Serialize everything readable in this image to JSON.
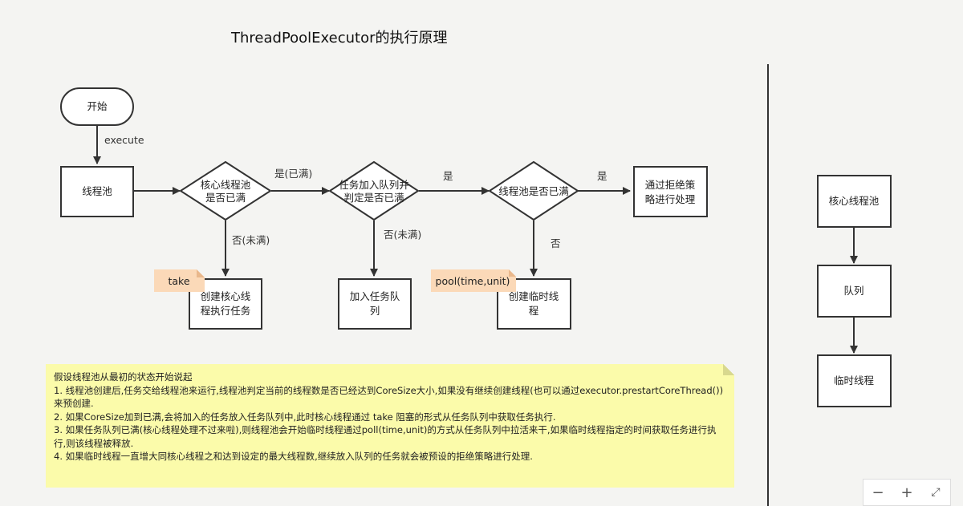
{
  "title": "ThreadPoolExecutor的执行原理",
  "nodes": {
    "start": "开始",
    "pool": "线程池",
    "core_full": [
      "核心线程池",
      "是否已满"
    ],
    "queue_full": [
      "任务加入队列并",
      "判定是否已满"
    ],
    "pool_full": "线程池是否已满",
    "reject": [
      "通过拒绝策",
      "略进行处理"
    ],
    "create_core": [
      "创建核心线",
      "程执行任务"
    ],
    "add_queue": [
      "加入任务队",
      "列"
    ],
    "create_temp": [
      "创建临时线",
      "程"
    ]
  },
  "edges": {
    "execute": "execute",
    "yes_full": "是(已满)",
    "yes": "是",
    "yes2": "是",
    "no_not_full": "否(未满)",
    "no_not_full2": "否(未满)",
    "no": "否"
  },
  "tags": {
    "take": "take",
    "poll": "pool(time,unit)"
  },
  "side_nodes": {
    "core": "核心线程池",
    "queue": "队列",
    "temp": "临时线程"
  },
  "note": {
    "lines": [
      "假设线程池从最初的状态开始说起",
      "1. 线程池创建后,任务交给线程池来运行,线程池判定当前的线程数是否已经达到CoreSize大小,如果没有继续创建线程(也可以通过executor.prestartCoreThread())来预创建.",
      "2. 如果CoreSize加到已满,会将加入的任务放入任务队列中,此时核心线程通过 take 阻塞的形式从任务队列中获取任务执行.",
      "3. 如果任务队列已满(核心线程处理不过来啦),则线程池会开始临时线程通过poll(time,unit)的方式从任务队列中拉活来干,如果临时线程指定的时间获取任务进行执行,则该线程被释放.",
      "4. 如果临时线程一直增大同核心线程之和达到设定的最大线程数,继续放入队列的任务就会被预设的拒绝策略进行处理."
    ]
  },
  "zoom": {
    "minus_icon": "−",
    "plus_icon": "+",
    "fit_icon": "⤢"
  }
}
